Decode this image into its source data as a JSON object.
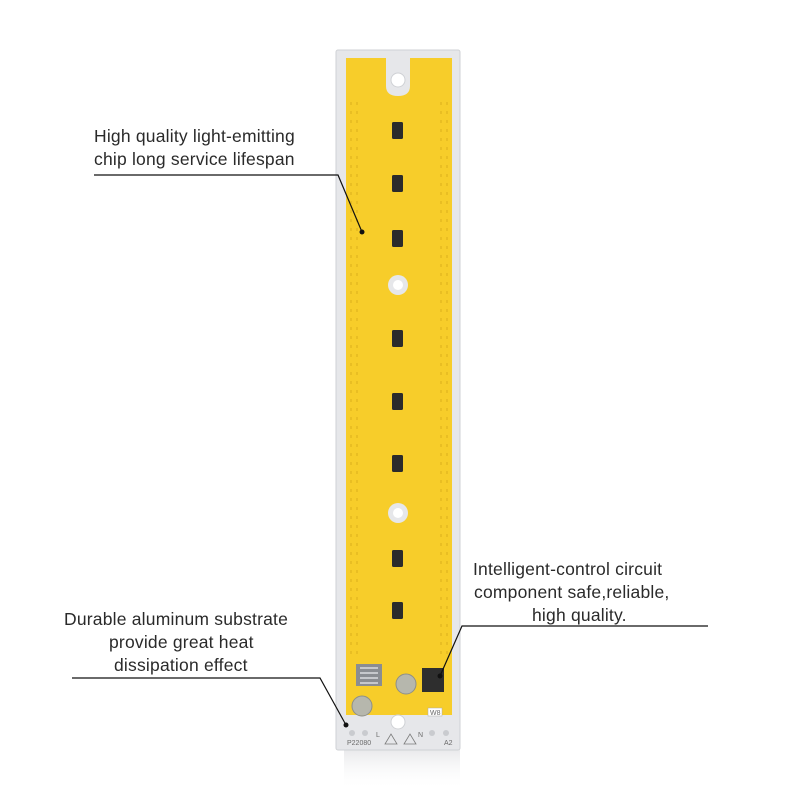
{
  "callouts": {
    "chip": {
      "line1": "High quality light-emitting",
      "line2": "chip long service lifespan"
    },
    "substrate": {
      "line1": "Durable aluminum substrate",
      "line2": "provide great heat",
      "line3": "dissipation effect"
    },
    "circuit": {
      "line1": "Intelligent-control circuit",
      "line2": "component safe,reliable,",
      "line3": "high quality."
    }
  },
  "board": {
    "model_mark": "P22080",
    "version_mark": "A2",
    "terminal_left": "L",
    "terminal_right": "N",
    "chip_mark": "W8",
    "colors": {
      "substrate": "#f7cd2a",
      "aluminum": "#e6e7ea",
      "led_chip": "#2b2b2b"
    }
  }
}
